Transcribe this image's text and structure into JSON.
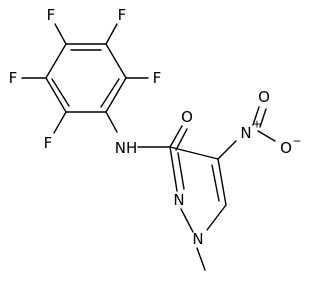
{
  "molecule": {
    "atoms": {
      "f_top_left": "F",
      "f_top_right": "F",
      "f_left": "F",
      "f_right": "F",
      "f_bottom_left": "F",
      "nh": "NH",
      "carbonyl_o": "O",
      "nitro_n": "N",
      "nitro_o_right": "O",
      "nitro_o_bottom": "O",
      "ring_n_2": "N",
      "ring_n_1": "N"
    },
    "charges": {
      "nitro_n": "+",
      "nitro_o_right": "−"
    }
  }
}
